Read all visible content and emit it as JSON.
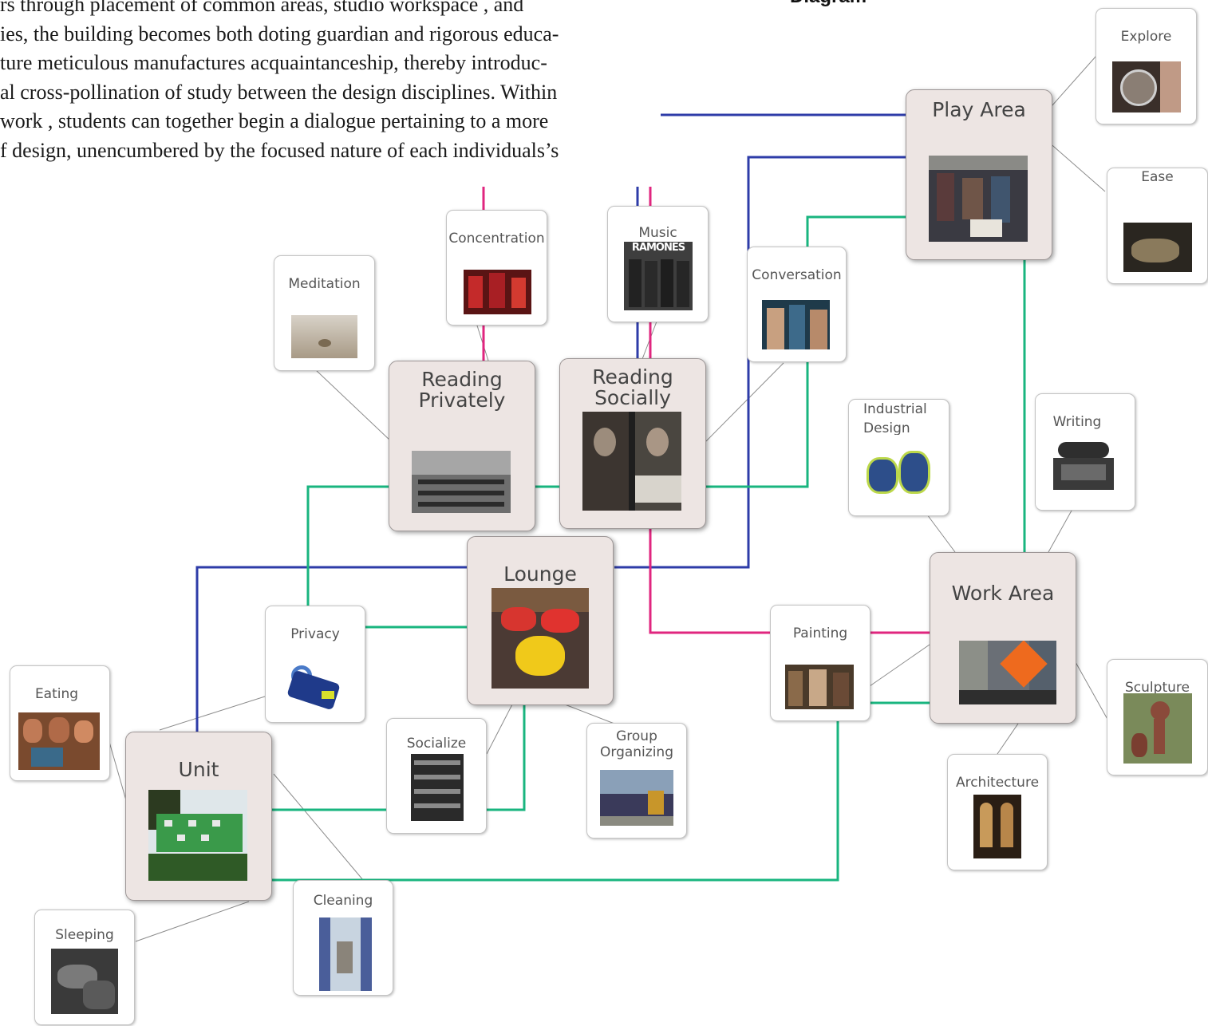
{
  "paragraph": {
    "lines": [
      "rs through placement of common areas, studio workspace , and",
      "ies, the building becomes both doting guardian and rigorous educa-",
      "ture meticulous manufactures acquaintanceship, thereby introduc-",
      "al cross-pollination of study between the design disciplines. Within",
      "work , students can together begin a dialogue pertaining to a more",
      "f design, unencumbered by the focused nature of each individuals’s"
    ]
  },
  "heading_fragment": "Diagram",
  "colors": {
    "blue": "#2e3ca8",
    "green": "#19b57f",
    "pink": "#e0267f",
    "connector": "#8c8c8c"
  },
  "hubs": {
    "play": "Play Area",
    "reading_privately": "Reading\nPrivately",
    "reading_socially": "Reading\nSocially",
    "lounge": "Lounge",
    "work": "Work Area",
    "unit": "Unit"
  },
  "nodes": {
    "explore": "Explore",
    "ease": "Ease",
    "concentration": "Concentration",
    "music": "Music",
    "ramones": "RAMONES",
    "meditation": "Meditation",
    "conversation": "Conversation",
    "industrial_design": "Industrial\nDesign",
    "writing": "Writing",
    "privacy": "Privacy",
    "eating": "Eating",
    "painting": "Painting",
    "sculpture": "Sculpture",
    "socialize": "Socialize",
    "group_organizing": "Group\nOrganizing",
    "architecture": "Architecture",
    "cleaning": "Cleaning",
    "sleeping": "Sleeping"
  }
}
